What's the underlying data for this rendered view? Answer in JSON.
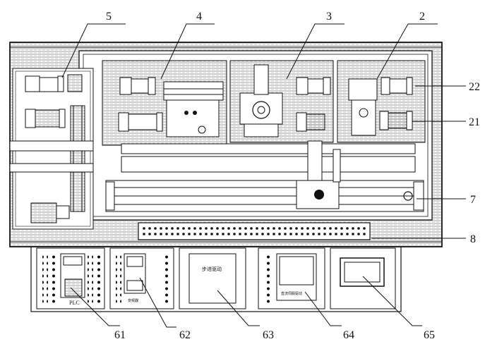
{
  "callouts": {
    "n5": "5",
    "n4": "4",
    "n3": "3",
    "n2": "2",
    "n22": "22",
    "n21": "21",
    "n7": "7",
    "n8": "8",
    "n61": "61",
    "n62": "62",
    "n63": "63",
    "n64": "64",
    "n65": "65"
  },
  "panel_labels": {
    "plc": "PLC",
    "module62": "变频器",
    "stepper": "步进驱动",
    "module64": "直流伺服驱动"
  },
  "colors": {
    "ink": "#111111",
    "hatch": "#555555",
    "paper": "#ffffff"
  }
}
